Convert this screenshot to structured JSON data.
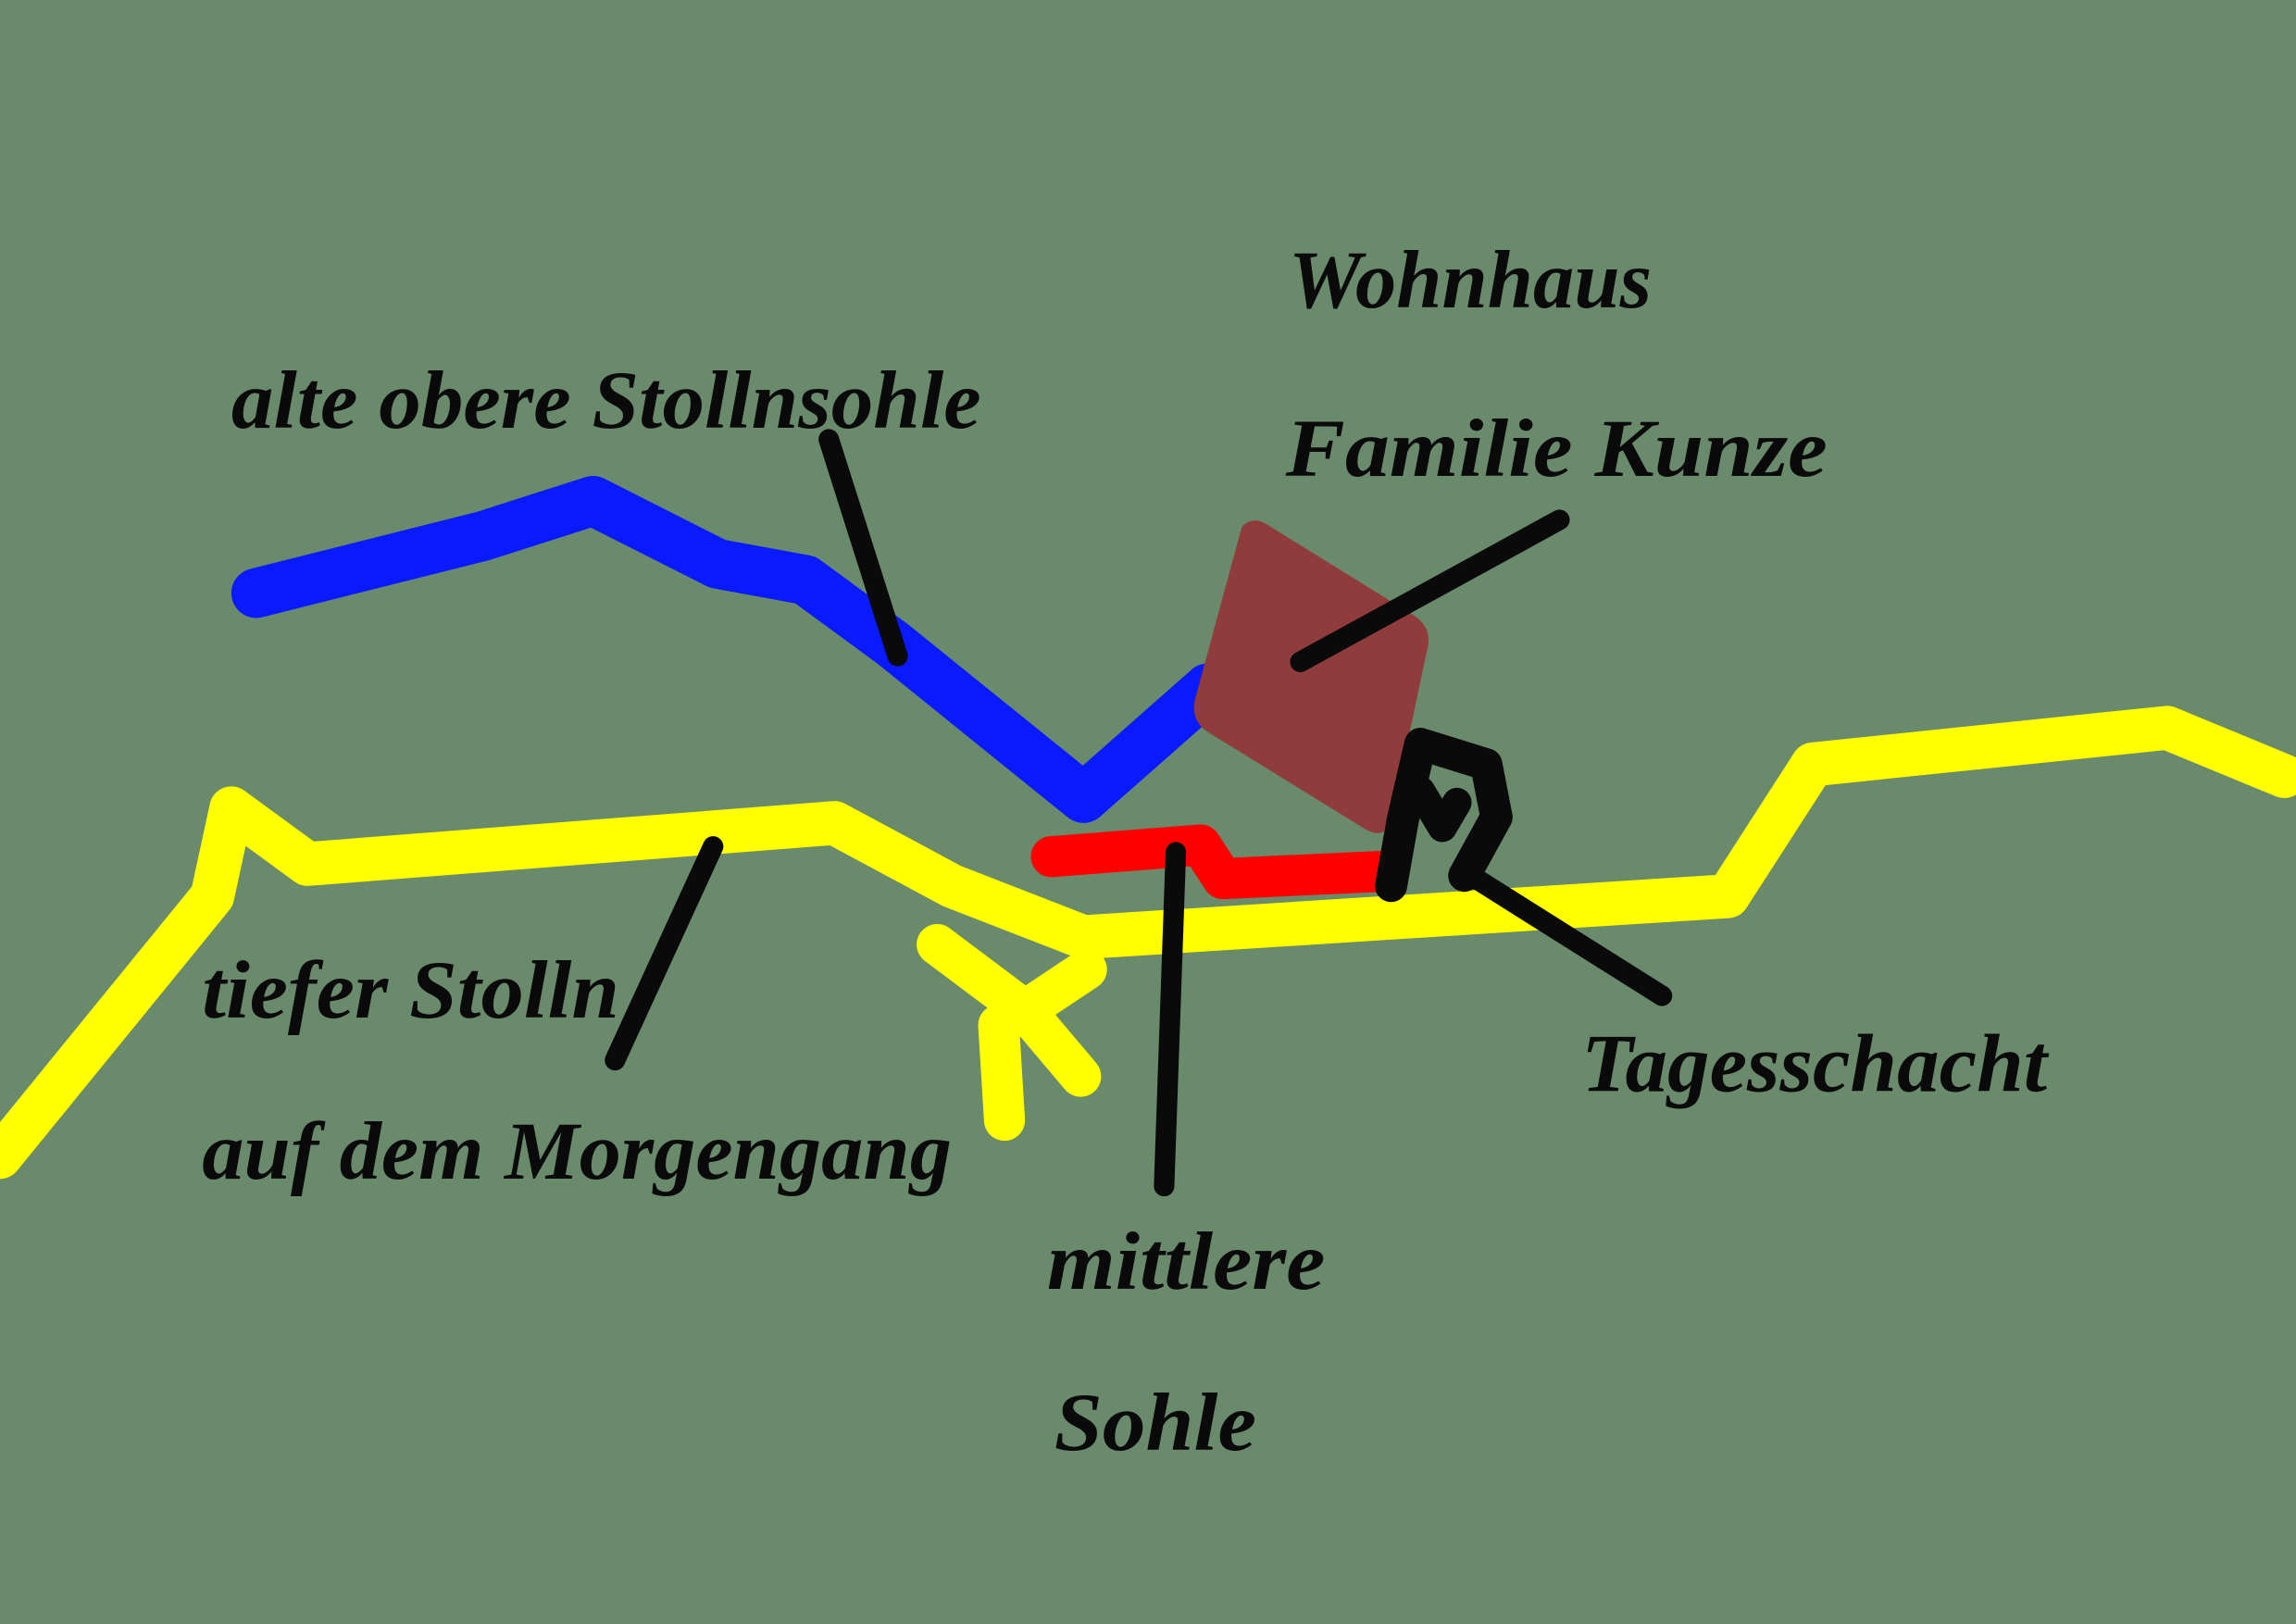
{
  "colors": {
    "background": "#6a8a6c",
    "upper_level": "#0a1aff",
    "deep_adit": "#ffff00",
    "middle_level": "#ff0000",
    "house": "#913c3c",
    "leaders": "#0a0a0a"
  },
  "labels": {
    "upper_level": "alte obere Stollnsohle",
    "house_line1": "Wohnhaus",
    "house_line2": "Familie Kunze",
    "deep_adit_line1": "tiefer Stolln",
    "deep_adit_line2": "auf dem Morgengang",
    "middle_line1": "mittlere",
    "middle_line2": "Sohle",
    "shaft": "Tagesschacht"
  }
}
